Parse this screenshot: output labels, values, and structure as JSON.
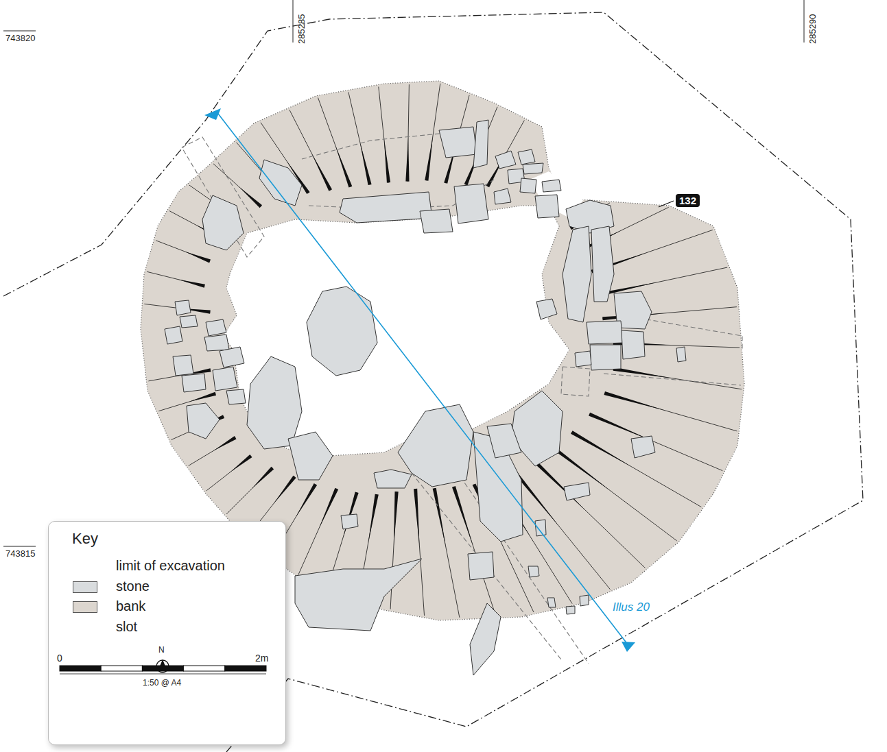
{
  "diagram": {
    "nodes": [
      {
        "text": [
          "132"
        ]
      }
    ],
    "labels": [
      "743820",
      "285285",
      "285290",
      "743815",
      "Illus 20",
      "Key",
      "N",
      "0",
      "2m",
      "1:50 @ A4"
    ],
    "legend": [
      {
        "text": "limit of excavation"
      },
      {
        "text": "stone",
        "color": "#d9dcde"
      },
      {
        "text": "bank",
        "color": "#dcd6cf"
      },
      {
        "text": "slot"
      }
    ]
  }
}
